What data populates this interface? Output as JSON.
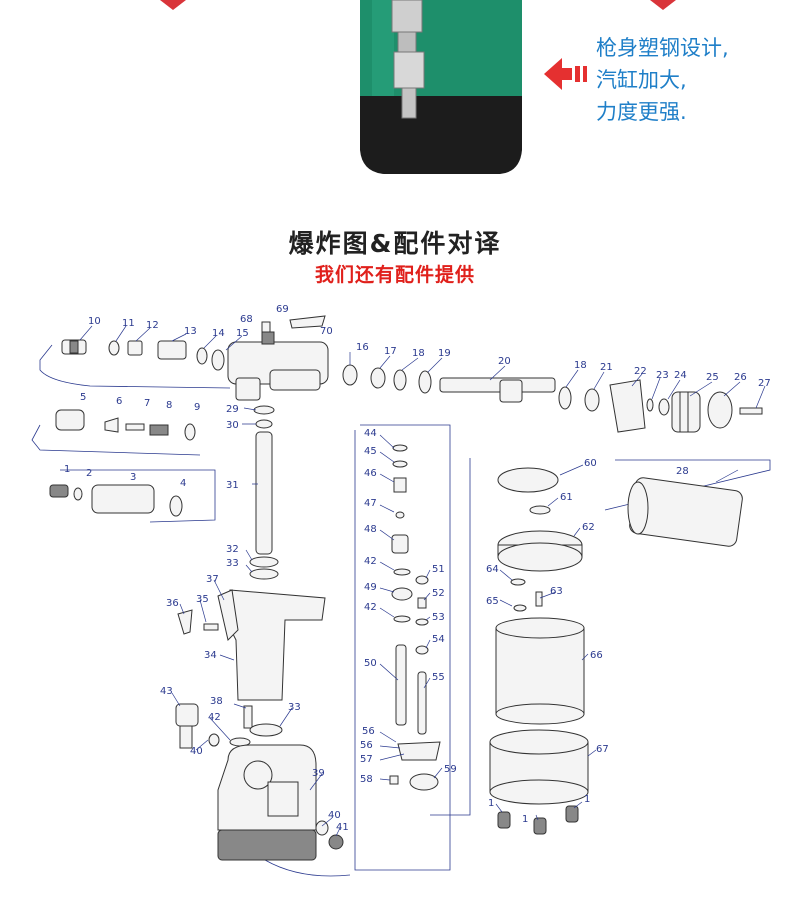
{
  "hero": {
    "callout_lines": [
      "枪身塑钢设计,",
      "汽缸加大,",
      "力度更强."
    ]
  },
  "header": {
    "title": "爆炸图&配件对译",
    "subtitle": "我们还有配件提供"
  },
  "labels": {
    "p1": "1",
    "p2": "2",
    "p3": "3",
    "p4": "4",
    "p5": "5",
    "p6": "6",
    "p7": "7",
    "p8": "8",
    "p9": "9",
    "p10": "10",
    "p11": "11",
    "p12": "12",
    "p13": "13",
    "p14": "14",
    "p15": "15",
    "p16": "16",
    "p17": "17",
    "p18": "18",
    "p19": "19",
    "p20": "20",
    "p18b": "18",
    "p21": "21",
    "p22": "22",
    "p23": "23",
    "p24": "24",
    "p25": "25",
    "p26": "26",
    "p27": "27",
    "p28": "28",
    "p29": "29",
    "p30": "30",
    "p31": "31",
    "p32": "32",
    "p33": "33",
    "p34": "34",
    "p35": "35",
    "p36": "36",
    "p37": "37",
    "p38": "38",
    "p33b": "33",
    "p39": "39",
    "p40": "40",
    "p40b": "40",
    "p41": "41",
    "p42": "42",
    "p43": "43",
    "p44": "44",
    "p45": "45",
    "p46": "46",
    "p47": "47",
    "p48": "48",
    "p42c": "42",
    "p49": "49",
    "p42d": "42",
    "p50": "50",
    "p51": "51",
    "p52": "52",
    "p53": "53",
    "p54": "54",
    "p55": "55",
    "p56": "56",
    "p56b": "56",
    "p57": "57",
    "p58": "58",
    "p59": "59",
    "p60": "60",
    "p61": "61",
    "p62": "62",
    "p63": "63",
    "p64": "64",
    "p65": "65",
    "p66": "66",
    "p67": "67",
    "p68": "68",
    "p69": "69",
    "p70": "70",
    "p1b": "1",
    "p1c": "1",
    "p1d": "1"
  },
  "colors": {
    "tool_green": "#1e8f6b",
    "tool_black": "#1c1c1c",
    "callout_blue": "#1f7fc8",
    "subtitle_red": "#e0201b",
    "label_blue": "#2b3a8f"
  }
}
